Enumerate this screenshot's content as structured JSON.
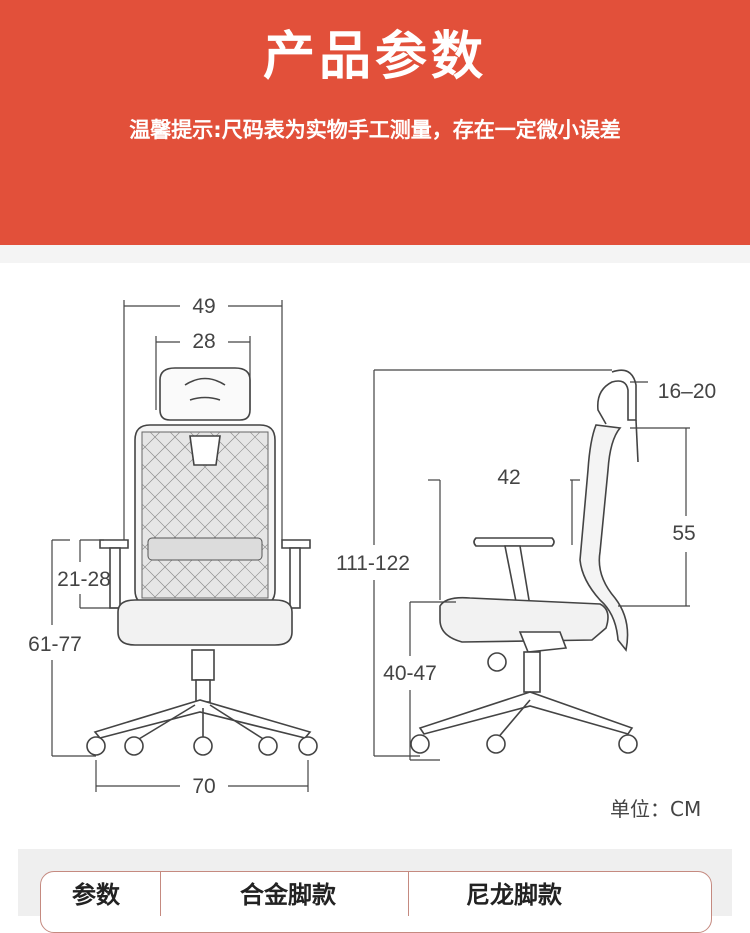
{
  "header": {
    "title": "产品参数",
    "tip": "温馨提示:尺码表为实物手工测量，存在一定微小误差"
  },
  "dimensions": {
    "front_width": "49",
    "headrest_width": "28",
    "armrest_height": "21-28",
    "seat_height_front": "61-77",
    "base_width": "70",
    "total_height": "111-122",
    "arm_depth": "42",
    "headrest_adjust": "16–20",
    "back_height": "55",
    "seat_height_side": "40-47"
  },
  "unit_label": "单位：CM",
  "table": {
    "headers": [
      "参数",
      "合金脚款",
      "尼龙脚款"
    ]
  }
}
